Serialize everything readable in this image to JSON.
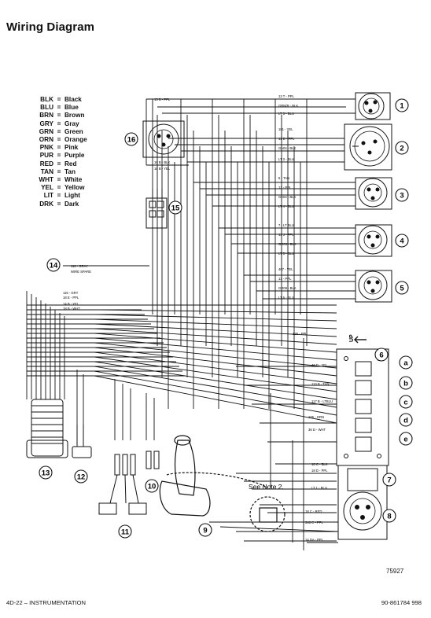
{
  "title": "Wiring Diagram",
  "legend": [
    {
      "code": "BLK",
      "meaning": "Black"
    },
    {
      "code": "BLU",
      "meaning": "Blue"
    },
    {
      "code": "BRN",
      "meaning": "Brown"
    },
    {
      "code": "GRY",
      "meaning": "Gray"
    },
    {
      "code": "GRN",
      "meaning": "Green"
    },
    {
      "code": "ORN",
      "meaning": "Orange"
    },
    {
      "code": "PNK",
      "meaning": "Pink"
    },
    {
      "code": "PUR",
      "meaning": "Purple"
    },
    {
      "code": "RED",
      "meaning": "Red"
    },
    {
      "code": "TAN",
      "meaning": "Tan"
    },
    {
      "code": "WHT",
      "meaning": "White"
    },
    {
      "code": "YEL",
      "meaning": "Yellow"
    },
    {
      "code": "LIT",
      "meaning": "Light"
    },
    {
      "code": "DRK",
      "meaning": "Dark"
    }
  ],
  "legend_separator": "=",
  "callouts": [
    "1",
    "2",
    "3",
    "4",
    "5",
    "6",
    "7",
    "8",
    "9",
    "10",
    "11",
    "12",
    "13",
    "14",
    "15",
    "16",
    "a",
    "b",
    "c",
    "d",
    "e"
  ],
  "note": "See Note 2.",
  "up_label": "UP",
  "figure_number": "75927",
  "footer_left": "4D-22 – INSTRUMENTATION",
  "footer_right": "90-861784   998",
  "wire_labels": [
    "13 B - PPL",
    "13 T - PPL",
    "GRN/R - BLK",
    "LT 3 - BLU",
    "181 - YEL",
    "12 D - PPL",
    "GA04 - BLK",
    "LT 3 - BLU",
    "5 - TAN",
    "13 - PPL",
    "GA04 - BLK",
    "LT 4 - BLU",
    "7 - LT BLU",
    "13 J - PPL",
    "GR03 - BLK",
    "LT 5 - BLU",
    "467 - YEL",
    "13 - PPL",
    "GR09 - BLK",
    "LT 6 - BLU",
    "128 - PPL",
    "46 D - YEL",
    "113 B - TAN",
    "117 B - LTBLU",
    "106 - GRN",
    "36 D - WHT",
    "18 C - BLK",
    "18 D - PPL",
    "LT 1 - BLU",
    "18 C - RED",
    "348 C - PPL",
    "14 DA - PPL",
    "115 - GRY",
    "18 E - PPL",
    "14 B - YEL",
    "18 B - WHT",
    "16 B - BLK",
    "16 B - YEL",
    "118 - GRAY",
    "WIRE SPARE"
  ]
}
